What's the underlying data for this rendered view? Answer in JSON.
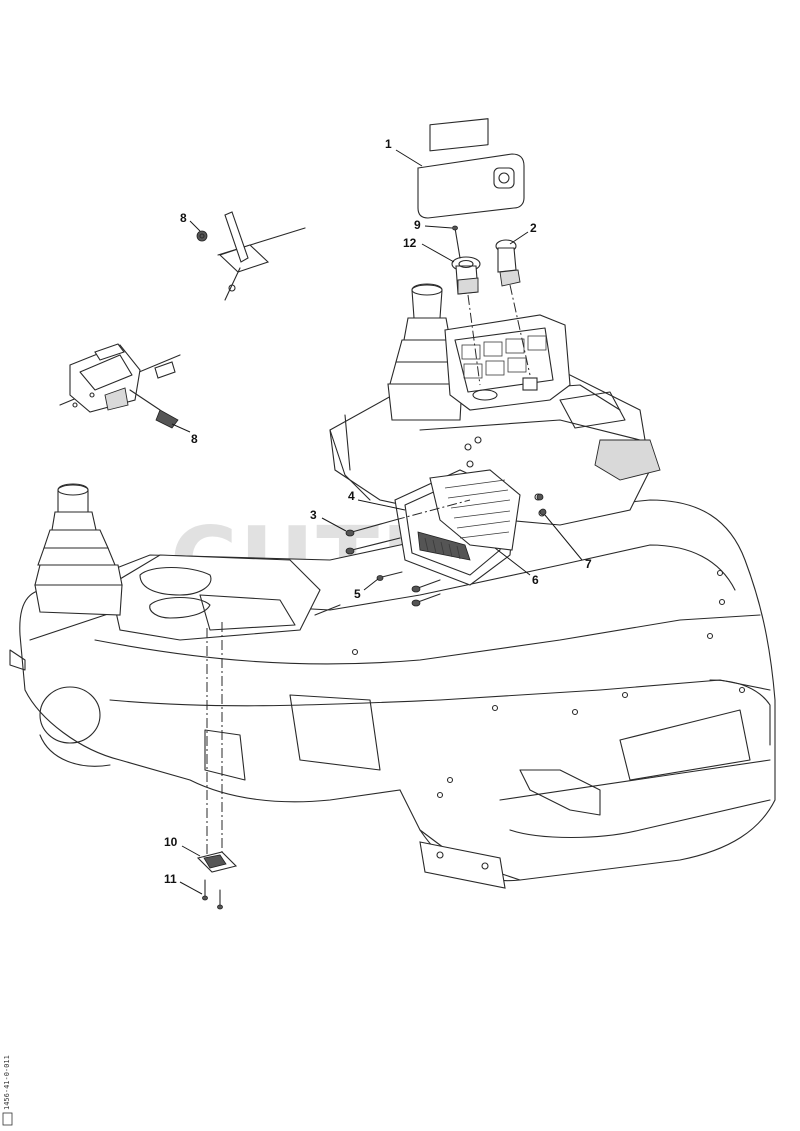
{
  "watermark": "CUTLER'S",
  "drawing_code": "1456-41-0-011",
  "callouts": {
    "c1": "1",
    "c2": "2",
    "c3": "3",
    "c4": "4",
    "c5": "5",
    "c6": "6",
    "c7": "7",
    "c8a": "8",
    "c8b": "8",
    "c9": "9",
    "c10": "10",
    "c11": "11",
    "c12": "12"
  }
}
